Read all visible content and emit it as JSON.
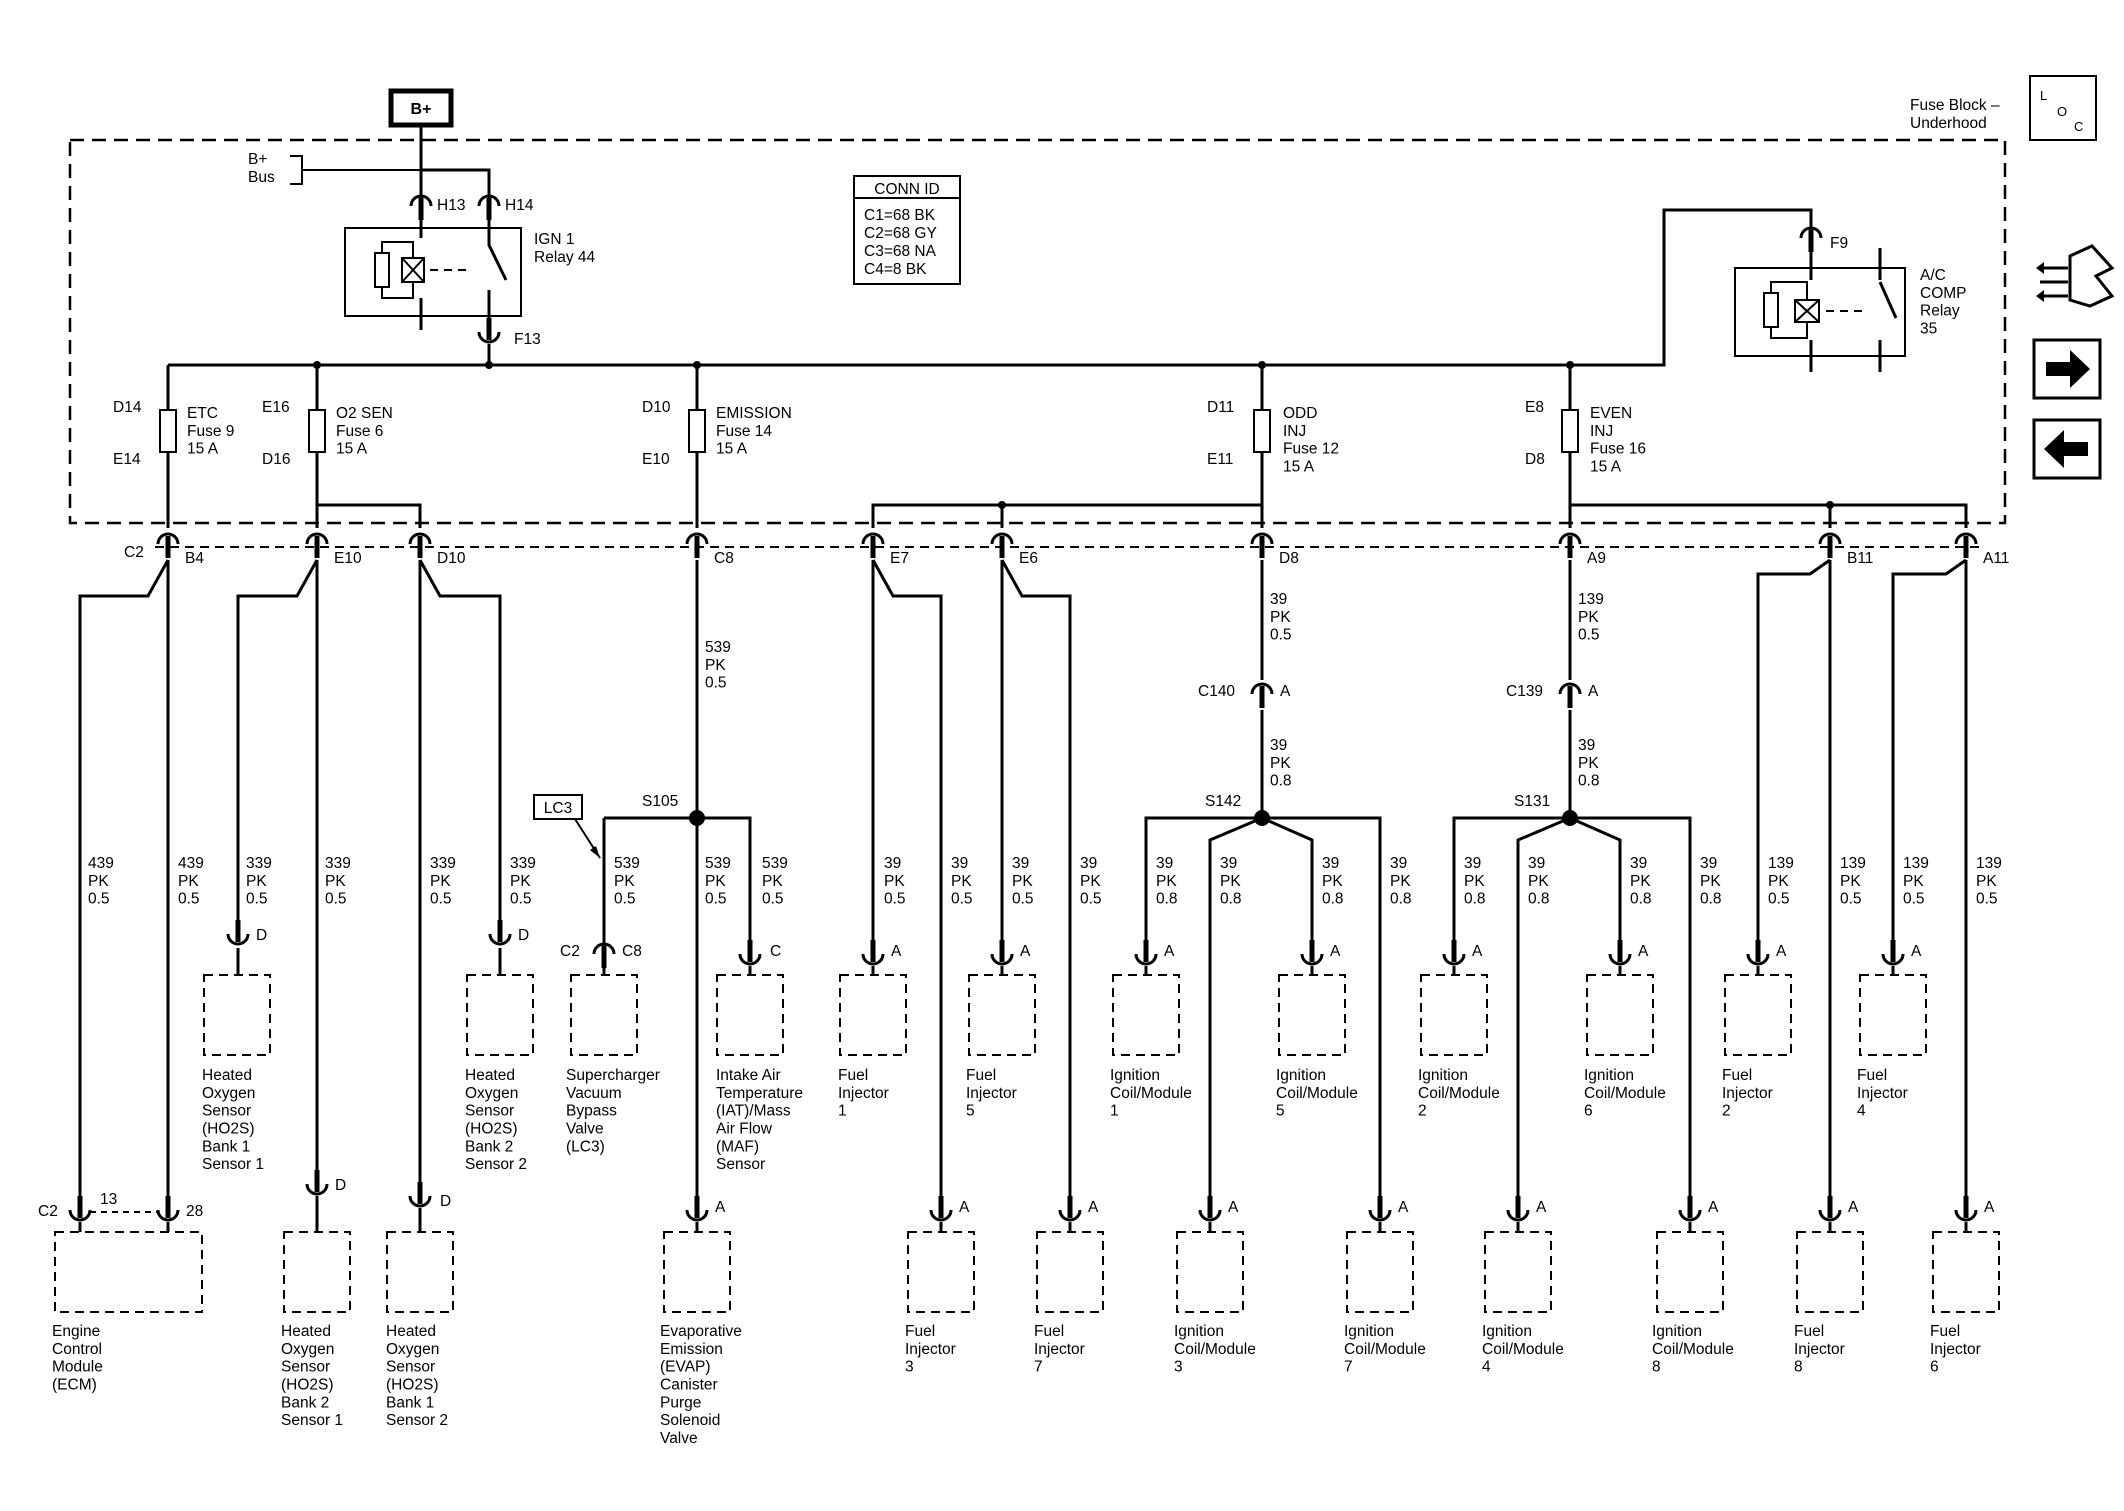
{
  "power": {
    "label": "B+",
    "bus_label": "B+\nBus"
  },
  "fuse_block": {
    "title": "Fuse Block –\nUnderhood",
    "loc_icon": "loc-icon"
  },
  "conn_id": {
    "title": "CONN ID",
    "lines": [
      "C1=68 BK",
      "C2=68 GY",
      "C3=68 NA",
      "C4=8 BK"
    ]
  },
  "relays": {
    "ign": {
      "label": "IGN 1\nRelay 44",
      "pins": [
        "H13",
        "H14",
        "F13"
      ]
    },
    "ac": {
      "label": "A/C\nCOMP\nRelay\n35",
      "pin": "F9"
    }
  },
  "fuses": [
    {
      "id": "etc",
      "top_pin": "D14",
      "bottom_pin": "E14",
      "label": "ETC\nFuse 9\n15 A"
    },
    {
      "id": "o2",
      "top_pin": "E16",
      "bottom_pin": "D16",
      "label": "O2 SEN\nFuse 6\n15 A"
    },
    {
      "id": "emission",
      "top_pin": "D10",
      "bottom_pin": "E10",
      "label": "EMISSION\nFuse 14\n15 A"
    },
    {
      "id": "odd",
      "top_pin": "D11",
      "bottom_pin": "E11",
      "label": "ODD\nINJ\nFuse 12\n15 A"
    },
    {
      "id": "even",
      "top_pin": "E8",
      "bottom_pin": "D8",
      "label": "EVEN\nINJ\nFuse 16\n15 A"
    }
  ],
  "connector_pins": {
    "c2": "C2",
    "list": [
      "B4",
      "E10",
      "D10",
      "C8",
      "E7",
      "E6",
      "D8",
      "A9",
      "B11",
      "A11"
    ]
  },
  "wires": {
    "w539": "539\nPK\n0.5",
    "w39_d8": "39\nPK\n0.5",
    "w139_a9": "139\nPK\n0.5",
    "w39_odd": "39\nPK\n0.8",
    "w39_even": "39\nPK\n0.8",
    "w_ecm_a": "439\nPK\n0.5",
    "w_ecm_b": "439\nPK\n0.5",
    "w_o2_a": "339\nPK\n0.5",
    "w_o2_b": "339\nPK\n0.5",
    "w_o2_c": "339\nPK\n0.5",
    "w_o2_d": "339\nPK\n0.5",
    "w_s105_a": "539\nPK\n0.5",
    "w_s105_b": "539\nPK\n0.5",
    "w_s105_c": "539\nPK\n0.5",
    "w_inj_1": "39\nPK\n0.5",
    "w_inj_3": "39\nPK\n0.5",
    "w_inj_5": "39\nPK\n0.5",
    "w_inj_7": "39\nPK\n0.5",
    "w_odd_1": "39\nPK\n0.8",
    "w_odd_3": "39\nPK\n0.8",
    "w_odd_5": "39\nPK\n0.8",
    "w_odd_7": "39\nPK\n0.8",
    "w_even_2": "39\nPK\n0.8",
    "w_even_4": "39\nPK\n0.8",
    "w_even_6": "39\nPK\n0.8",
    "w_even_8": "39\nPK\n0.8",
    "w_inj_2": "139\nPK\n0.5",
    "w_inj_8": "139\nPK\n0.5",
    "w_inj_4": "139\nPK\n0.5",
    "w_inj_6": "139\nPK\n0.5"
  },
  "inline": {
    "c140": "C140",
    "c139": "C139",
    "pin_a": "A",
    "s105": "S105",
    "s142": "S142",
    "s131": "S131",
    "lc3": "LC3"
  },
  "components": {
    "ho2s_b1s1": {
      "label": "Heated\nOxygen\nSensor\n(HO2S)\nBank 1\nSensor 1",
      "pin": "D"
    },
    "ho2s_b2s2": {
      "label": "Heated\nOxygen\nSensor\n(HO2S)\nBank 2\nSensor 2",
      "pin": "D"
    },
    "supercharger": {
      "label": "Supercharger\nVacuum\nBypass\nValve\n(LC3)",
      "pins": [
        "C2",
        "C8"
      ]
    },
    "iat_maf": {
      "label": "Intake Air\nTemperature\n(IAT)/Mass\nAir Flow\n(MAF)\nSensor",
      "pin": "C"
    },
    "inj1": {
      "label": "Fuel\nInjector\n1",
      "pin": "A"
    },
    "inj5": {
      "label": "Fuel\nInjector\n5",
      "pin": "A"
    },
    "coil1": {
      "label": "Ignition\nCoil/Module\n1",
      "pin": "A"
    },
    "coil5": {
      "label": "Ignition\nCoil/Module\n5",
      "pin": "A"
    },
    "coil2": {
      "label": "Ignition\nCoil/Module\n2",
      "pin": "A"
    },
    "coil6": {
      "label": "Ignition\nCoil/Module\n6",
      "pin": "A"
    },
    "inj2": {
      "label": "Fuel\nInjector\n2",
      "pin": "A"
    },
    "inj4": {
      "label": "Fuel\nInjector\n4",
      "pin": "A"
    },
    "ecm": {
      "label": "Engine\nControl\nModule\n(ECM)",
      "pins": [
        "C2",
        "13",
        "28"
      ]
    },
    "ho2s_b2s1": {
      "label": "Heated\nOxygen\nSensor\n(HO2S)\nBank 2\nSensor 1",
      "pin": "D"
    },
    "ho2s_b1s2": {
      "label": "Heated\nOxygen\nSensor\n(HO2S)\nBank 1\nSensor 2",
      "pin": "D"
    },
    "evap": {
      "label": "Evaporative\nEmission\n(EVAP)\nCanister\nPurge\nSolenoid\nValve",
      "pin": "A"
    },
    "inj3": {
      "label": "Fuel\nInjector\n3",
      "pin": "A"
    },
    "inj7": {
      "label": "Fuel\nInjector\n7",
      "pin": "A"
    },
    "coil3": {
      "label": "Ignition\nCoil/Module\n3",
      "pin": "A"
    },
    "coil7": {
      "label": "Ignition\nCoil/Module\n7",
      "pin": "A"
    },
    "coil4": {
      "label": "Ignition\nCoil/Module\n4",
      "pin": "A"
    },
    "coil8": {
      "label": "Ignition\nCoil/Module\n8",
      "pin": "A"
    },
    "inj8": {
      "label": "Fuel\nInjector\n8",
      "pin": "A"
    },
    "inj6": {
      "label": "Fuel\nInjector\n6",
      "pin": "A"
    }
  },
  "nav": {
    "icons": [
      "harness-icon",
      "arrow-right-icon",
      "arrow-left-icon"
    ]
  }
}
